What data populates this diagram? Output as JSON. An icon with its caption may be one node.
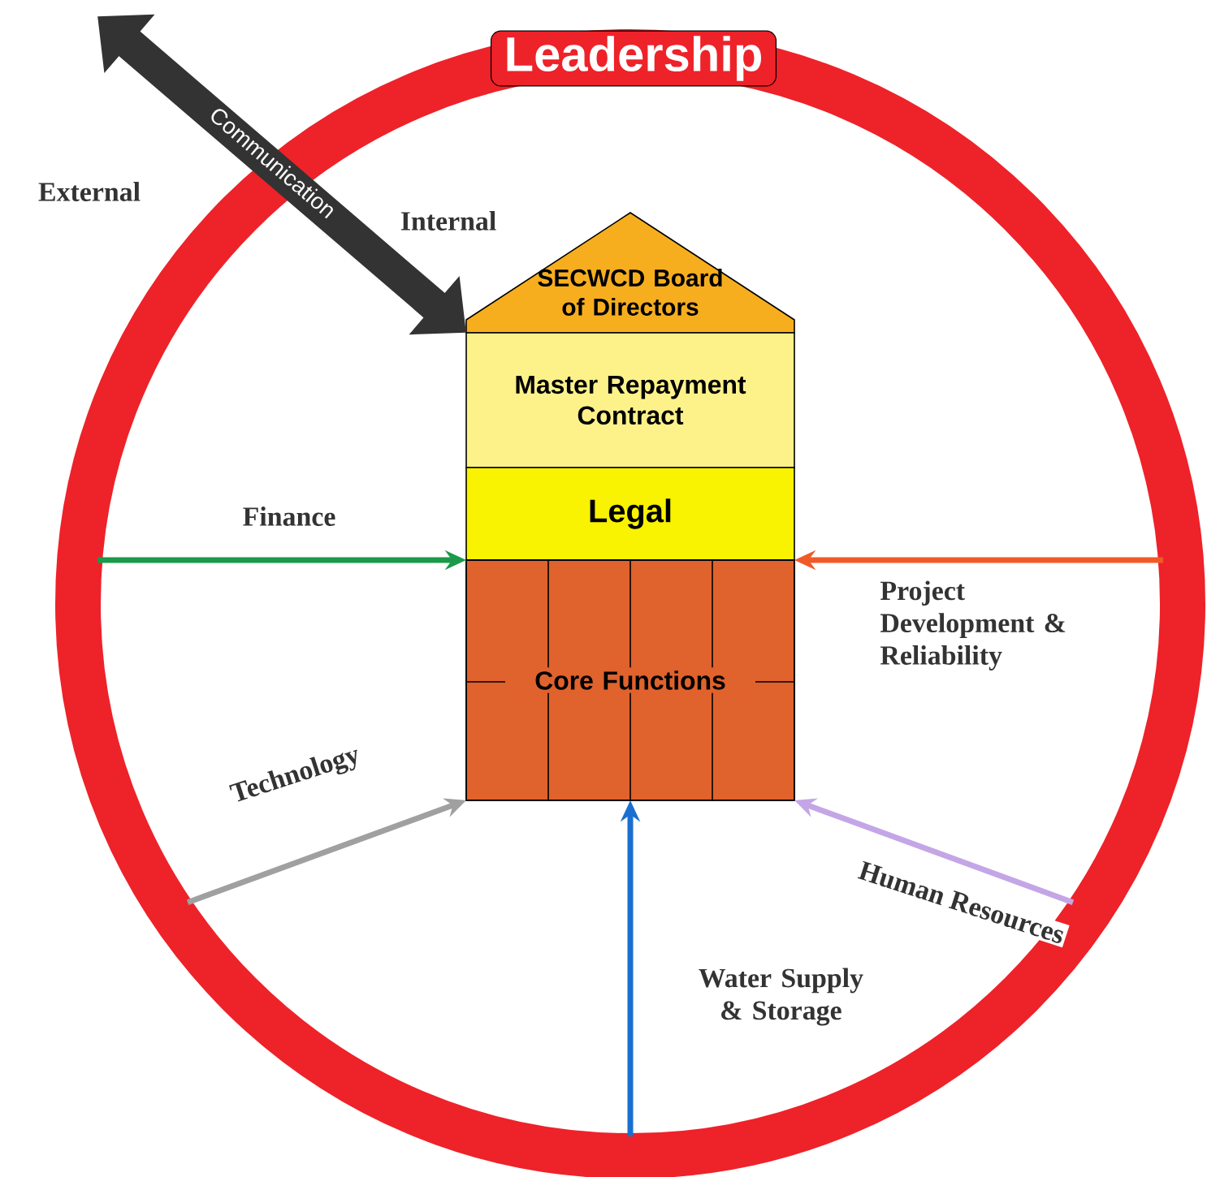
{
  "diagram": {
    "nodes": [
      {
        "text": [
          "Leadership"
        ]
      },
      {
        "text": [
          "SECWCD Board of Directors"
        ],
        "in": 0
      },
      {
        "text": [
          "Master Repayment Contract"
        ],
        "in": 0
      },
      {
        "text": [
          "Legal"
        ],
        "in": 0
      },
      {
        "text": [
          "Core Functions"
        ],
        "in": 0
      }
    ],
    "edges": [
      {
        "from": null,
        "to": 2,
        "arrow": "both",
        "label": "Communication",
        "style": "thick",
        "color": "#333333"
      },
      {
        "from": 0,
        "to": 4,
        "arrow": "to",
        "label": "Finance",
        "color": "#1a9a4a"
      },
      {
        "from": 0,
        "to": 4,
        "arrow": "to",
        "label": "Project Development & Reliability",
        "color": "#f05a28"
      },
      {
        "from": 0,
        "to": 4,
        "arrow": "to",
        "label": "Technology",
        "color": "#a0a0a0"
      },
      {
        "from": 0,
        "to": 4,
        "arrow": "to",
        "label": "Human Resources",
        "color": "#c4a6e6"
      },
      {
        "from": 0,
        "to": 4,
        "arrow": "to",
        "label": "Water Supply & Storage",
        "color": "#1a6fd0"
      }
    ],
    "labels": [
      "External",
      "Internal"
    ]
  }
}
